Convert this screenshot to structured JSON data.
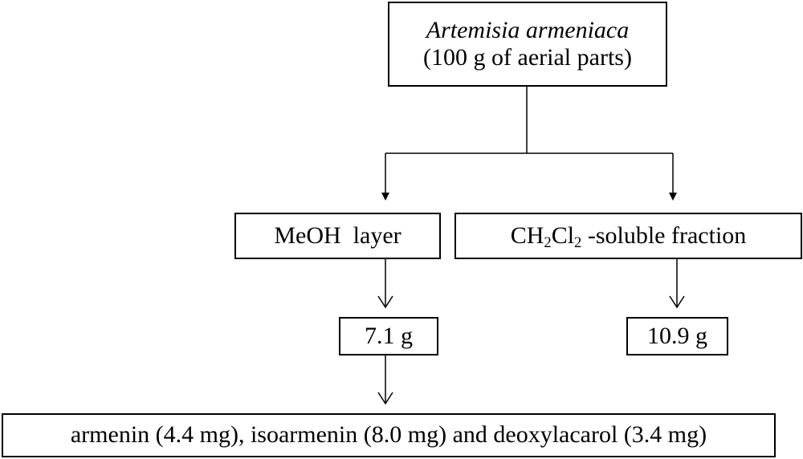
{
  "nodes": {
    "source": {
      "species": "Artemisia armeniaca",
      "amount": "(100 g of aerial parts)"
    },
    "meoh_layer": {
      "label": "MeOH  layer"
    },
    "ch2cl2_fraction": {
      "formula_c": "CH",
      "formula_h_count": "2",
      "formula_cl": "Cl",
      "formula_cl_count": "2",
      "suffix": " -soluble fraction"
    },
    "meoh_mass": {
      "label": "7.1 g"
    },
    "ch2cl2_mass": {
      "label": "10.9 g"
    },
    "compounds": {
      "label": "armenin (4.4 mg), isoarmenin (8.0 mg) and deoxylacarol (3.4 mg)"
    }
  },
  "colors": {
    "line": "#000000",
    "background": "#ffffff"
  }
}
